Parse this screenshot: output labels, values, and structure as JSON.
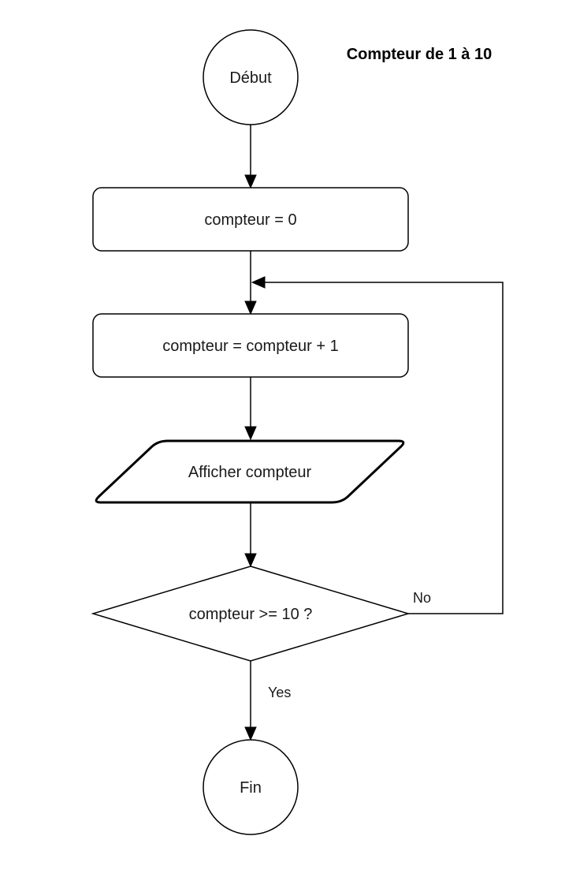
{
  "diagram": {
    "title": "Compteur de 1 à 10",
    "nodes": {
      "start": "Début",
      "init": "compteur = 0",
      "increment": "compteur = compteur + 1",
      "output": "Afficher compteur",
      "decision": "compteur >= 10 ?",
      "end": "Fin"
    },
    "edges": {
      "no_label": "No",
      "yes_label": "Yes"
    }
  }
}
